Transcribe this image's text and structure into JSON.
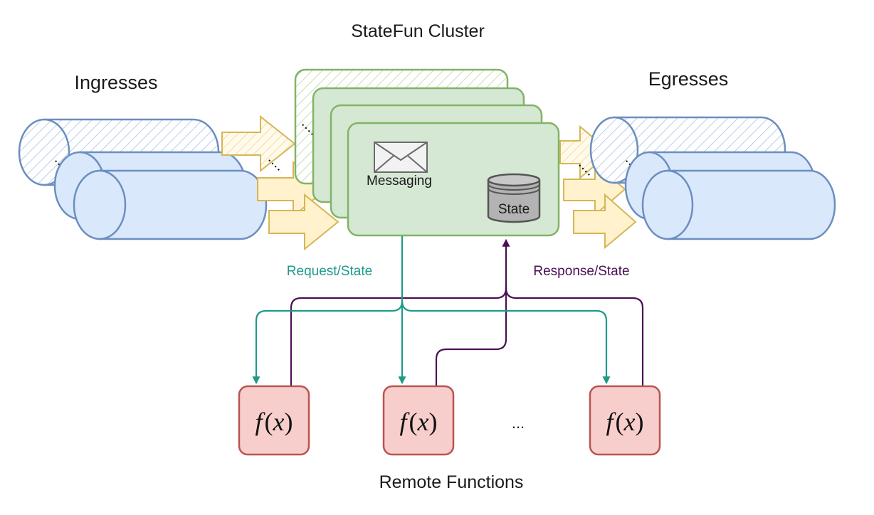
{
  "diagram": {
    "title": "StateFun Cluster",
    "ingresses_label": "Ingresses",
    "egresses_label": "Egresses",
    "messaging_label": "Messaging",
    "state_label": "State",
    "request_label": "Request/State",
    "response_label": "Response/State",
    "remote_functions_label": "Remote Functions",
    "ellipsis": "...",
    "functions": [
      {
        "f": "f",
        "open": "(",
        "x": "x",
        "close": ")"
      },
      {
        "f": "f",
        "open": "(",
        "x": "x",
        "close": ")"
      },
      {
        "f": "f",
        "open": "(",
        "x": "x",
        "close": ")"
      }
    ],
    "colors": {
      "cluster_fill": "#d5e8d4",
      "cluster_stroke": "#82b366",
      "cylinder_fill": "#dae8fc",
      "cylinder_stroke": "#6c8ebf",
      "arrow_fill": "#fff2cc",
      "arrow_stroke": "#d6b656",
      "function_fill": "#f8cecc",
      "function_stroke": "#b85450",
      "request_color": "#1f9a8a",
      "response_color": "#4b0f55"
    },
    "icons": [
      "envelope-icon",
      "database-icon"
    ]
  }
}
